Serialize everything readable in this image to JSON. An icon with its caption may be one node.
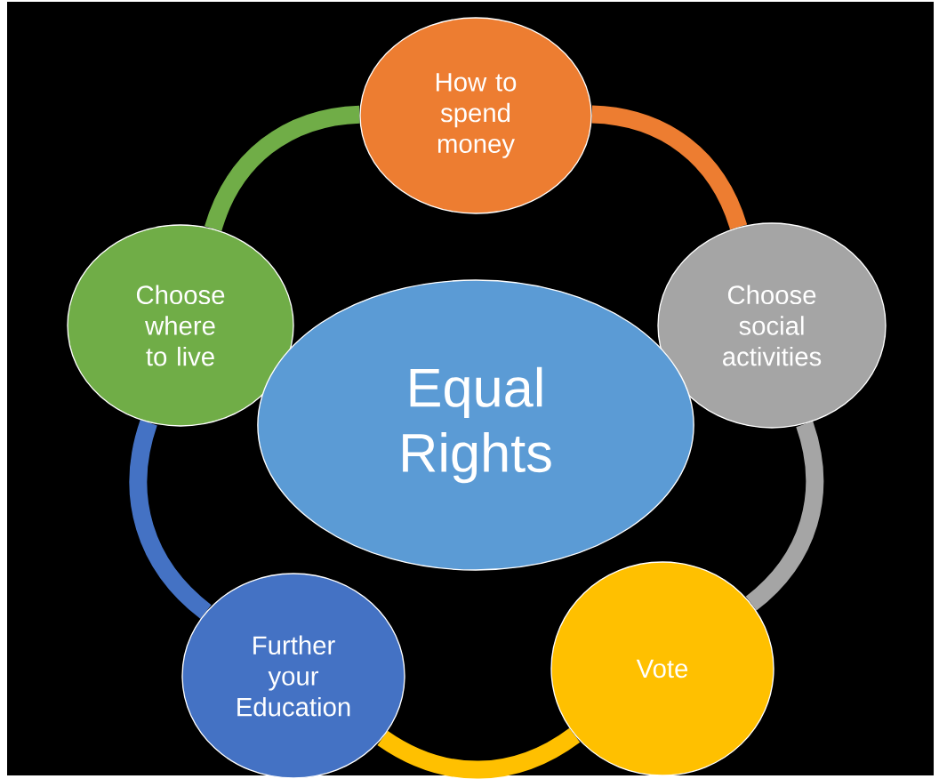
{
  "diagram": {
    "nodes": [
      {
        "text": [
          "How to spend money"
        ]
      },
      {
        "text": [
          "Choose where to live"
        ]
      },
      {
        "text": [
          "Choose social activities"
        ]
      },
      {
        "text": [
          "Equal Rights"
        ]
      },
      {
        "text": [
          "Further your Education"
        ]
      },
      {
        "text": [
          "Vote"
        ]
      }
    ],
    "edges": [
      {
        "from": 0,
        "to": 2,
        "arrow": "none",
        "color": "#ed7d31"
      },
      {
        "from": 2,
        "to": 5,
        "arrow": "none",
        "color": "#a5a5a5"
      },
      {
        "from": 5,
        "to": 4,
        "arrow": "none",
        "color": "#ffc000"
      },
      {
        "from": 4,
        "to": 1,
        "arrow": "none",
        "color": "#4472c4"
      },
      {
        "from": 1,
        "to": 0,
        "arrow": "none",
        "color": "#70ad47"
      }
    ]
  }
}
